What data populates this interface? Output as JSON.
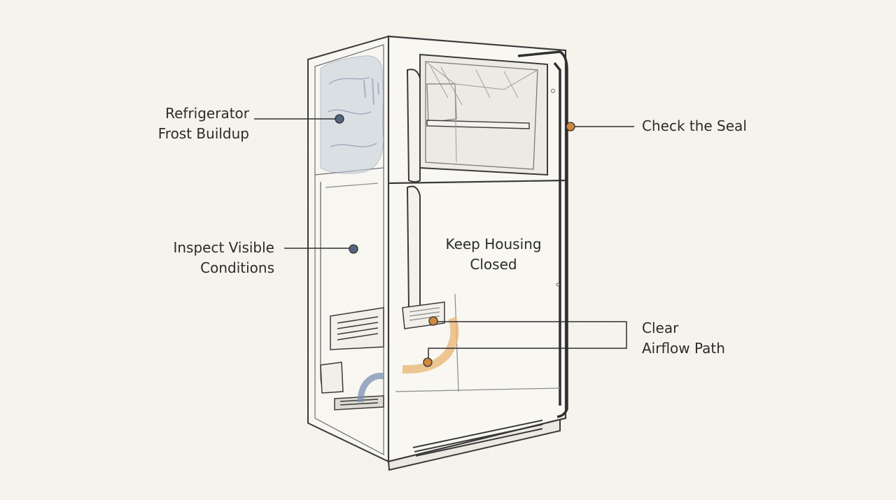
{
  "diagram": {
    "labels": {
      "frost": {
        "line1": "Refrigerator",
        "line2": "Frost Buildup"
      },
      "seal": {
        "text": "Check the Seal"
      },
      "inspect": {
        "line1": "Inspect Visible",
        "line2": "Conditions"
      },
      "housing": {
        "line1": "Keep Housing",
        "line2": "Closed"
      },
      "airflow": {
        "line1": "Clear",
        "line2": "Airflow Path"
      }
    },
    "colors": {
      "background": "#f5f3ec",
      "outline": "#3a3a3a",
      "blue_marker": "#55657f",
      "orange_marker": "#d0883f",
      "frost": "#b7c2d2",
      "airflow": "#e9b878"
    }
  }
}
